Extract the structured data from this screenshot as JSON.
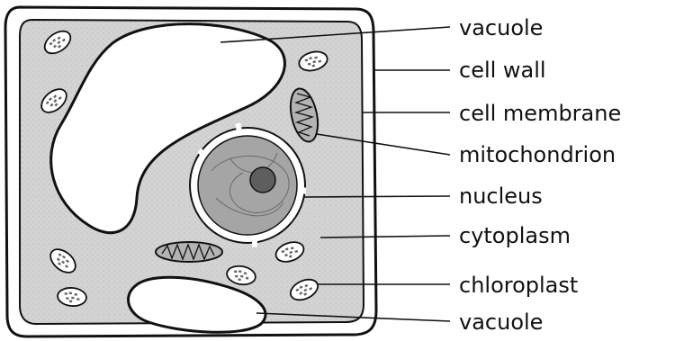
{
  "diagram": {
    "labels": [
      {
        "id": "vacuole-top",
        "text": "vacuole"
      },
      {
        "id": "cell-wall",
        "text": "cell wall"
      },
      {
        "id": "cell-membrane",
        "text": "cell membrane"
      },
      {
        "id": "mitochondrion",
        "text": "mitochondrion"
      },
      {
        "id": "nucleus",
        "text": "nucleus"
      },
      {
        "id": "cytoplasm",
        "text": "cytoplasm"
      },
      {
        "id": "chloroplast",
        "text": "chloroplast"
      },
      {
        "id": "vacuole-bottom",
        "text": "vacuole"
      }
    ]
  },
  "colors": {
    "outline": "#111111",
    "cytoplasm": "#d3d3d3",
    "cell_wall_fill": "#ffffff",
    "vacuole": "#ffffff",
    "nucleus": "#a5a5a5",
    "nucleolus": "#5e5e5e"
  }
}
